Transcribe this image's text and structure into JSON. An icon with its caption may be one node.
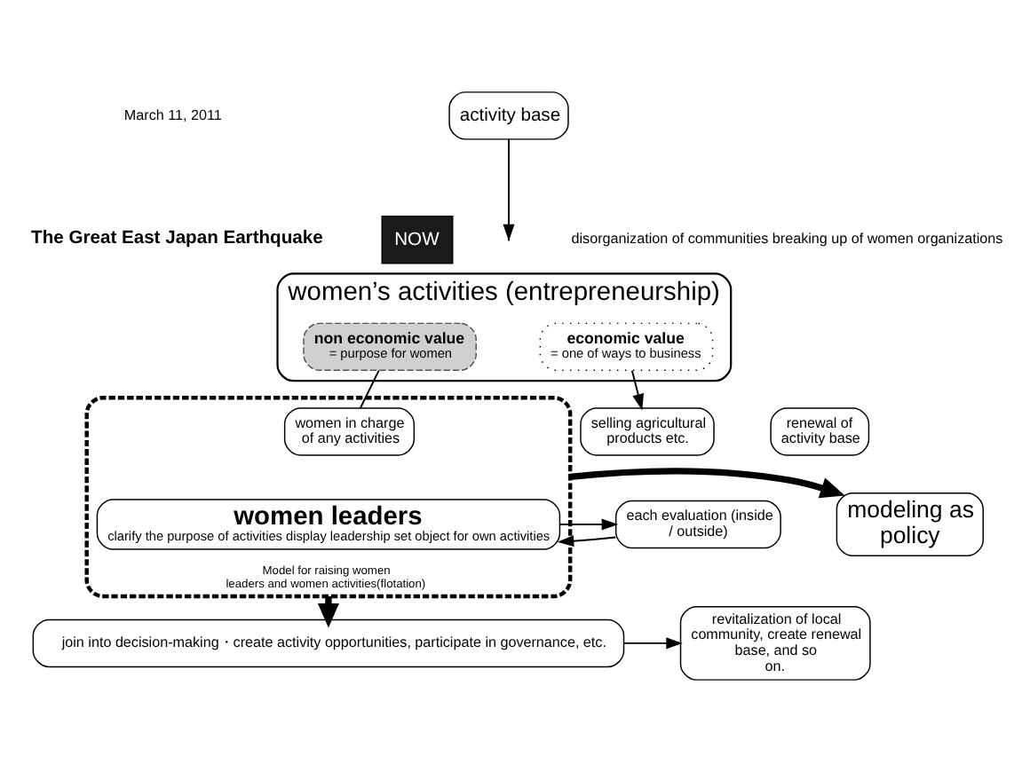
{
  "diagram": {
    "nodes": [
      {
        "text": [
          "activity base"
        ]
      },
      {
        "text": [
          "NOW"
        ]
      },
      {
        "text": [
          "women’s activities (entrepreneurship)"
        ]
      },
      {
        "text": [
          "non economic value",
          "= purpose for women"
        ],
        "in": 2
      },
      {
        "text": [
          "economic value",
          "= one of ways to business"
        ],
        "in": 2
      },
      {
        "text": [
          "selling agricultural products etc."
        ]
      },
      {
        "text": [
          "Model for raising women leaders and women activities(flotation)"
        ]
      },
      {
        "text": [
          "renewal of activity base"
        ]
      },
      {
        "text": [
          "women in charge of any activities"
        ],
        "in": 6
      },
      {
        "text": [
          "women leaders",
          "clarify the purpose of activities display leadership set object for own activities"
        ],
        "in": 6
      },
      {
        "text": [
          "each evaluation (inside / outside)"
        ]
      },
      {
        "text": [
          "modeling as policy"
        ]
      },
      {
        "text": [
          "join into decision-making・create activity opportunities, participate in governance, etc."
        ]
      },
      {
        "text": [
          "revitalization of local community, create renewal base, and so on."
        ]
      }
    ],
    "edges": [
      {
        "from": 0,
        "to": null,
        "arrow": "to"
      },
      {
        "from": 4,
        "to": 5,
        "arrow": "to"
      },
      {
        "from": 3,
        "to": 8,
        "arrow": "none"
      },
      {
        "from": 9,
        "to": 10,
        "arrow": "to"
      },
      {
        "from": 10,
        "to": 9,
        "arrow": "to"
      },
      {
        "from": 6,
        "to": 11,
        "arrow": "to",
        "style": "thick"
      },
      {
        "from": 6,
        "to": 12,
        "arrow": "to",
        "style": "thick"
      },
      {
        "from": 12,
        "to": 13,
        "arrow": "to"
      }
    ],
    "labels": [
      "March 11, 2011",
      "The Great East Japan Earthquake",
      "disorganization of communities breaking up of women organizations"
    ]
  }
}
